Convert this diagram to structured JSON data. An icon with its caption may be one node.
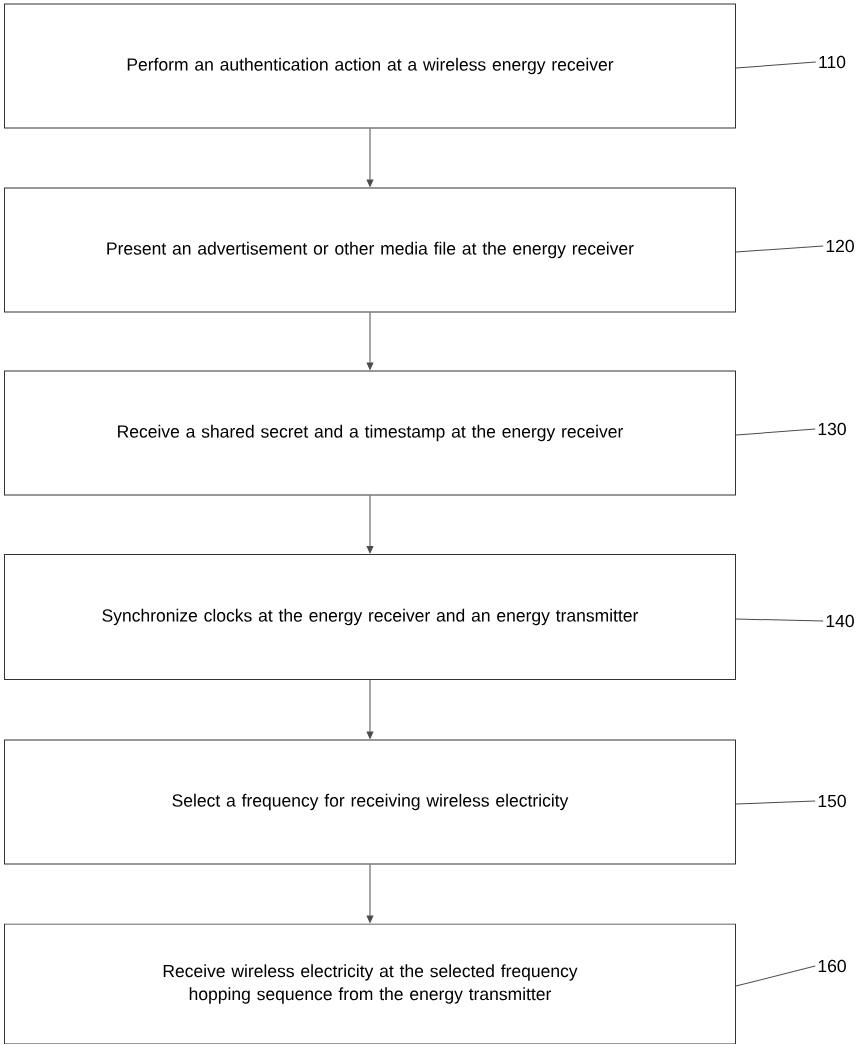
{
  "diagram": {
    "nodes": [
      {
        "text": [
          "Perform an authentication action at a wireless energy receiver"
        ]
      },
      {
        "text": [
          "Present an advertisement or other media file at the energy receiver"
        ]
      },
      {
        "text": [
          "Receive a shared secret and a timestamp at the energy receiver"
        ]
      },
      {
        "text": [
          "Synchronize clocks at the energy receiver and an energy transmitter"
        ]
      },
      {
        "text": [
          "Select a frequency for receiving wireless electricity"
        ]
      },
      {
        "text": [
          "Receive wireless electricity at the selected frequency hopping sequence from the energy transmitter"
        ]
      },
      {
        "text": [
          "110"
        ]
      },
      {
        "text": [
          "120"
        ]
      },
      {
        "text": [
          "130"
        ]
      },
      {
        "text": [
          "140"
        ]
      },
      {
        "text": [
          "150"
        ]
      },
      {
        "text": [
          "160"
        ]
      }
    ],
    "edges": [
      {
        "from": 0,
        "to": 1,
        "arrow": "to"
      },
      {
        "from": 1,
        "to": 2,
        "arrow": "to"
      },
      {
        "from": 2,
        "to": 3,
        "arrow": "to"
      },
      {
        "from": 3,
        "to": 4,
        "arrow": "to"
      },
      {
        "from": 4,
        "to": 5,
        "arrow": "to"
      },
      {
        "from": 6,
        "to": 0,
        "arrow": "none"
      },
      {
        "from": 7,
        "to": 1,
        "arrow": "none"
      },
      {
        "from": 8,
        "to": 2,
        "arrow": "none"
      },
      {
        "from": 9,
        "to": 3,
        "arrow": "none"
      },
      {
        "from": 10,
        "to": 4,
        "arrow": "none"
      },
      {
        "from": 11,
        "to": 5,
        "arrow": "none"
      }
    ]
  }
}
